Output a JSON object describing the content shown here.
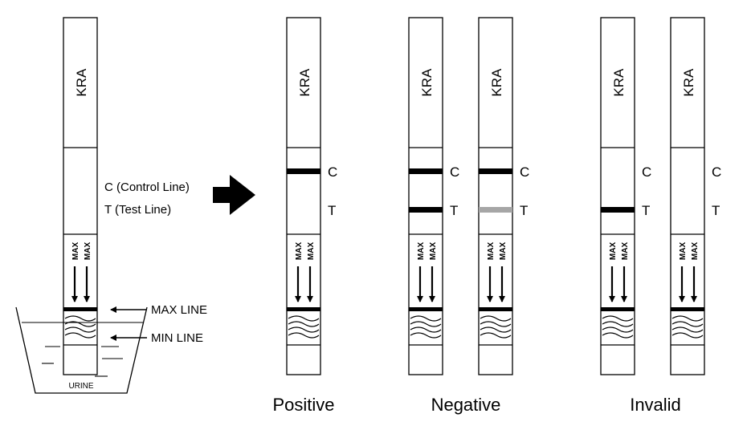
{
  "strip": {
    "label": "KRA",
    "max_mark": "MAX"
  },
  "legend": {
    "control": "C (Control Line)",
    "test": "T (Test Line)",
    "max_line": "MAX LINE",
    "min_line": "MIN LINE"
  },
  "cup": {
    "label": "URINE"
  },
  "line_letters": {
    "control": "C",
    "test": "T"
  },
  "results": [
    {
      "label": "Positive",
      "strips": [
        {
          "c": true,
          "t": "none"
        }
      ]
    },
    {
      "label": "Negative",
      "strips": [
        {
          "c": true,
          "t": "dark"
        },
        {
          "c": true,
          "t": "faint"
        }
      ]
    },
    {
      "label": "Invalid",
      "strips": [
        {
          "c": false,
          "t": "dark"
        },
        {
          "c": false,
          "t": "none"
        }
      ]
    }
  ],
  "colors": {
    "line": "#000000",
    "faint_line": "#a6a6a6",
    "background": "#ffffff"
  }
}
